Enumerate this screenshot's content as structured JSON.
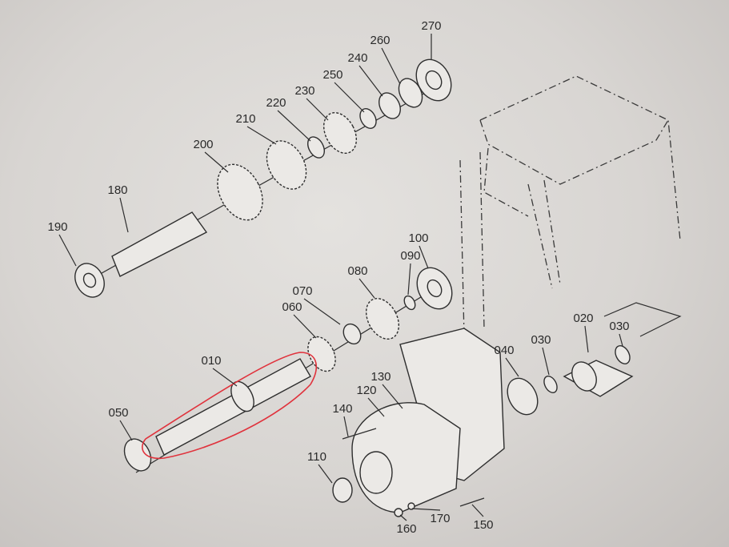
{
  "diagram": {
    "highlight_color": "#e0323c",
    "highlighted_part": "010",
    "labels": {
      "p270": "270",
      "p260": "260",
      "p240": "240",
      "p250": "250",
      "p230": "230",
      "p220": "220",
      "p210": "210",
      "p200": "200",
      "p180": "180",
      "p190": "190",
      "p100": "100",
      "p090": "090",
      "p080": "080",
      "p070": "070",
      "p060": "060",
      "p010": "010",
      "p050": "050",
      "p040": "040",
      "p030a": "030",
      "p020": "020",
      "p030b": "030",
      "p130": "130",
      "p120": "120",
      "p140": "140",
      "p110": "110",
      "p160": "160",
      "p170": "170",
      "p150": "150"
    }
  }
}
